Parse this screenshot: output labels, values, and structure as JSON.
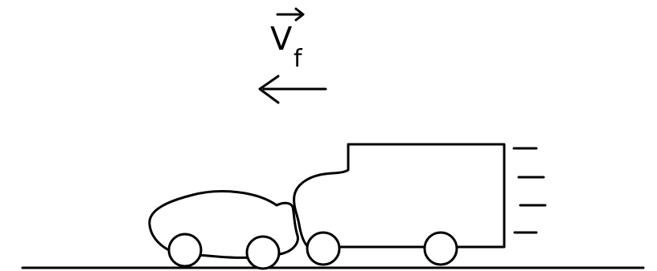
{
  "diagram": {
    "velocity_label": {
      "symbol": "V",
      "subscript": "f"
    },
    "velocity_direction": "left",
    "colors": {
      "ink": "#000000",
      "background": "#ffffff"
    },
    "objects": [
      "car",
      "truck"
    ]
  }
}
